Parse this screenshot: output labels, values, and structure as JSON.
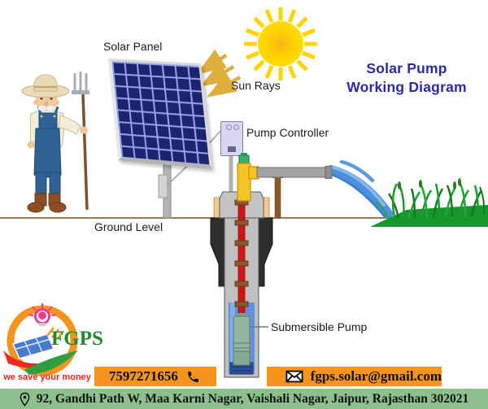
{
  "title": {
    "line1": "Solar Pump",
    "line2": "Working Diagram"
  },
  "labels": {
    "solar_panel": "Solar Panel",
    "sun_rays": "Sun Rays",
    "pump_controller": "Pump Controller",
    "ground_level": "Ground Level",
    "submersible_pump": "Submersible Pump"
  },
  "logo": {
    "text": "FGPS",
    "tagline": "we save your money"
  },
  "contact": {
    "phone": "7597271656",
    "email": "fgps.solar@gmail.com",
    "address": "92, Gandhi Path W, Maa Karni Nagar, Vaishali Nagar, Jaipur, Rajasthan 302021"
  },
  "icons": {
    "phone": "phone-icon",
    "email": "envelope-icon",
    "address": "location-pin-icon",
    "sun": "sun-icon",
    "sun_rays": "sun-rays-arrows"
  },
  "colors": {
    "accent_orange": "#F7941D",
    "address_bar_green": "#8CC08C",
    "title_blue": "#2A2AA4",
    "tagline_red": "#E8251F",
    "logo_green": "#1F8A2E",
    "water_blue": "#4E90DD",
    "panel_navy": "#1C2470",
    "pipe_yellow": "#F4C425",
    "pipe_red": "#CF1616",
    "grass_green": "#18962E",
    "ground_brown": "#9A7B4F"
  }
}
